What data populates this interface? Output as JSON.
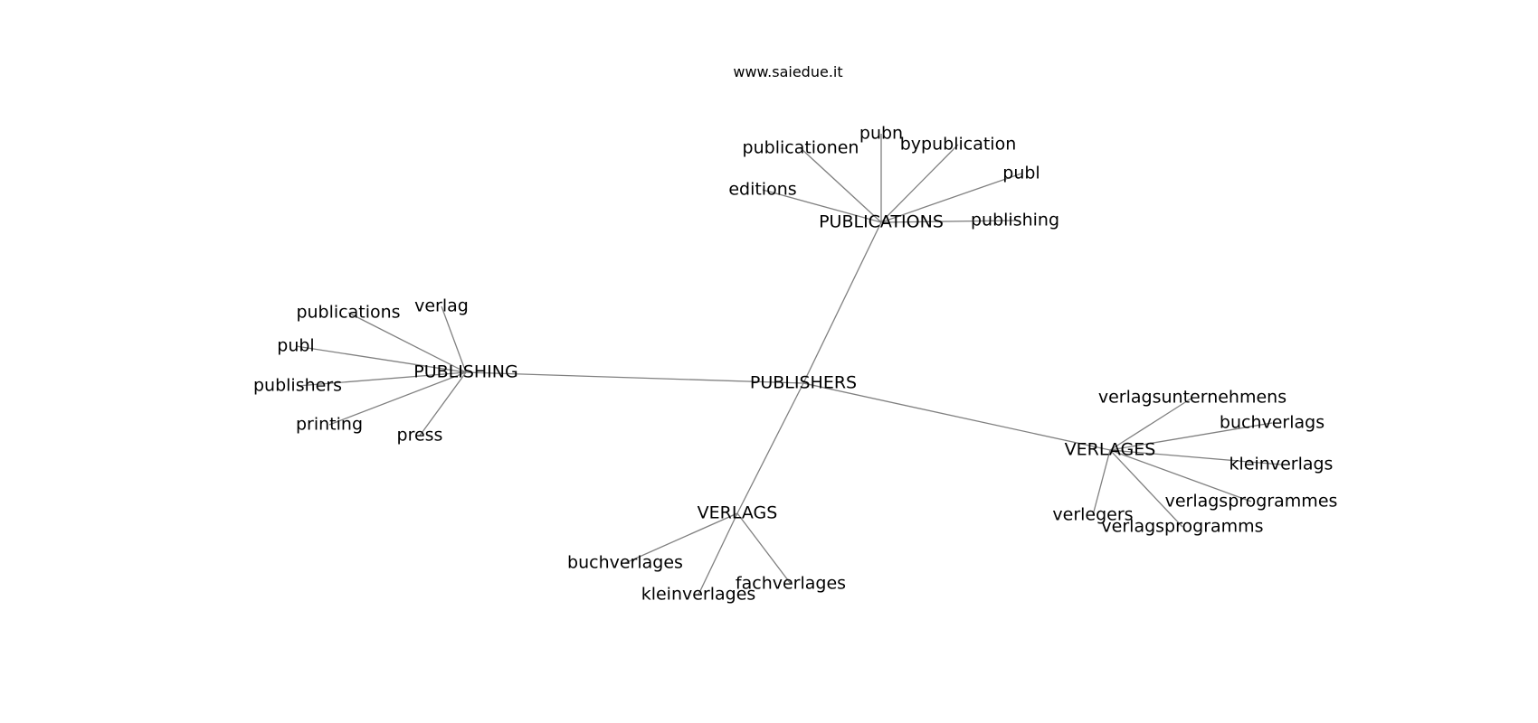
{
  "header": {
    "site": "www.saiedue.it"
  },
  "graph": {
    "edge_color": "#808080",
    "nodes": [
      {
        "id": "publishers",
        "label": "PUBLISHERS"
      },
      {
        "id": "publications",
        "label": "PUBLICATIONS"
      },
      {
        "id": "publishing",
        "label": "PUBLISHING"
      },
      {
        "id": "verlages",
        "label": "VERLAGES"
      },
      {
        "id": "verlags",
        "label": "VERLAGS"
      },
      {
        "id": "pubn",
        "label": "pubn"
      },
      {
        "id": "publicationen",
        "label": "publicationen"
      },
      {
        "id": "bypublication",
        "label": "bypublication"
      },
      {
        "id": "publ-1",
        "label": "publ"
      },
      {
        "id": "editions",
        "label": "editions"
      },
      {
        "id": "publishing-leaf",
        "label": "publishing"
      },
      {
        "id": "publications-leaf",
        "label": "publications"
      },
      {
        "id": "verlag",
        "label": "verlag"
      },
      {
        "id": "publ-2",
        "label": "publ"
      },
      {
        "id": "publishers-leaf",
        "label": "publishers"
      },
      {
        "id": "printing",
        "label": "printing"
      },
      {
        "id": "press",
        "label": "press"
      },
      {
        "id": "verlagsunternehmens",
        "label": "verlagsunternehmens"
      },
      {
        "id": "buchverlags",
        "label": "buchverlags"
      },
      {
        "id": "kleinverlags",
        "label": "kleinverlags"
      },
      {
        "id": "verlagsprogrammes",
        "label": "verlagsprogrammes"
      },
      {
        "id": "verlegers",
        "label": "verlegers"
      },
      {
        "id": "verlagsprogramms",
        "label": "verlagsprogramms"
      },
      {
        "id": "buchverlages",
        "label": "buchverlages"
      },
      {
        "id": "kleinverlages",
        "label": "kleinverlages"
      },
      {
        "id": "fachverlages",
        "label": "fachverlages"
      }
    ],
    "edges": [
      [
        "publishers",
        "publications"
      ],
      [
        "publishers",
        "publishing"
      ],
      [
        "publishers",
        "verlages"
      ],
      [
        "publishers",
        "verlags"
      ],
      [
        "publications",
        "pubn"
      ],
      [
        "publications",
        "publicationen"
      ],
      [
        "publications",
        "bypublication"
      ],
      [
        "publications",
        "publ-1"
      ],
      [
        "publications",
        "editions"
      ],
      [
        "publications",
        "publishing-leaf"
      ],
      [
        "publishing",
        "publications-leaf"
      ],
      [
        "publishing",
        "verlag"
      ],
      [
        "publishing",
        "publ-2"
      ],
      [
        "publishing",
        "publishers-leaf"
      ],
      [
        "publishing",
        "printing"
      ],
      [
        "publishing",
        "press"
      ],
      [
        "verlages",
        "verlagsunternehmens"
      ],
      [
        "verlages",
        "buchverlags"
      ],
      [
        "verlages",
        "kleinverlags"
      ],
      [
        "verlages",
        "verlagsprogrammes"
      ],
      [
        "verlages",
        "verlegers"
      ],
      [
        "verlages",
        "verlagsprogramms"
      ],
      [
        "verlags",
        "buchverlages"
      ],
      [
        "verlags",
        "kleinverlages"
      ],
      [
        "verlags",
        "fachverlages"
      ]
    ]
  }
}
